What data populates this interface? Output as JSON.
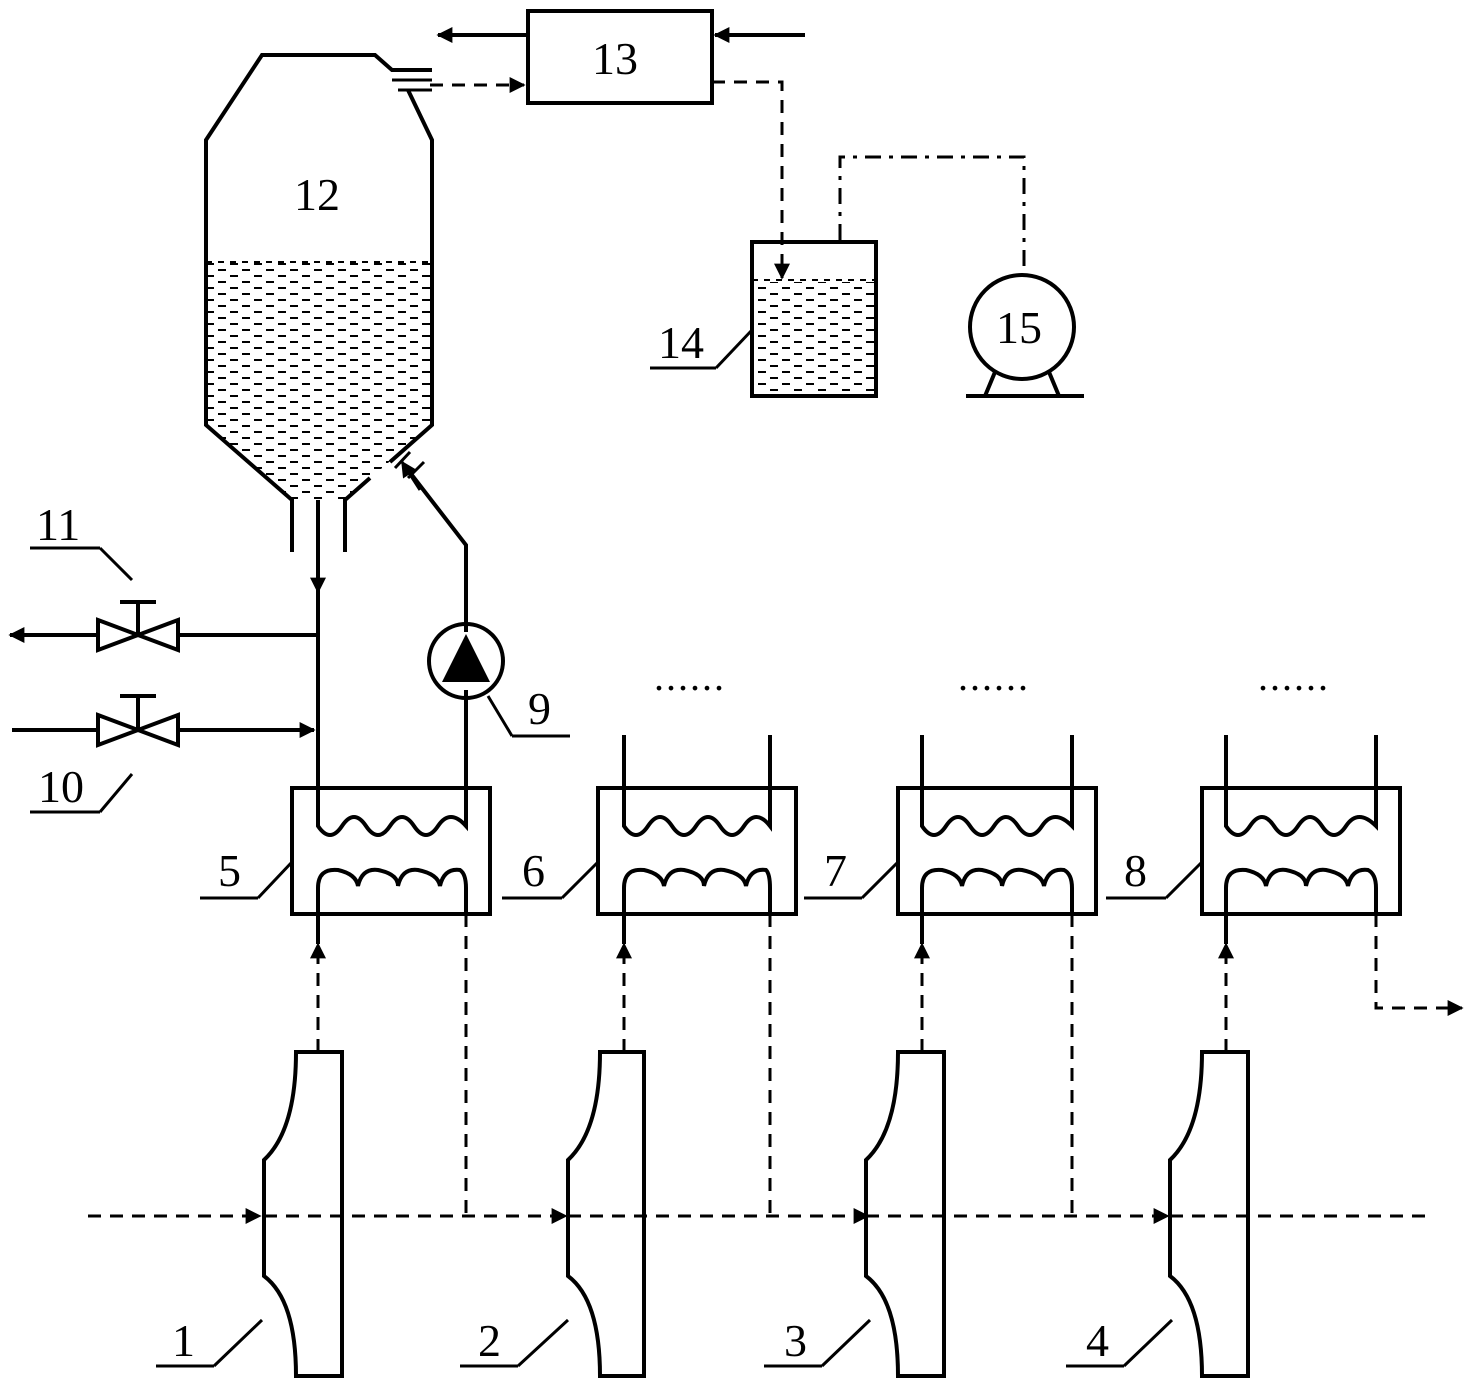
{
  "labels": {
    "turbine_1": "1",
    "turbine_2": "2",
    "turbine_3": "3",
    "turbine_4": "4",
    "exchanger_5": "5",
    "exchanger_6": "6",
    "exchanger_7": "7",
    "exchanger_8": "8",
    "pump_9": "9",
    "valve_10": "10",
    "valve_11": "11",
    "tank_12": "12",
    "unit_13": "13",
    "vessel_14": "14",
    "machine_15": "15"
  },
  "ellipsis": "......"
}
